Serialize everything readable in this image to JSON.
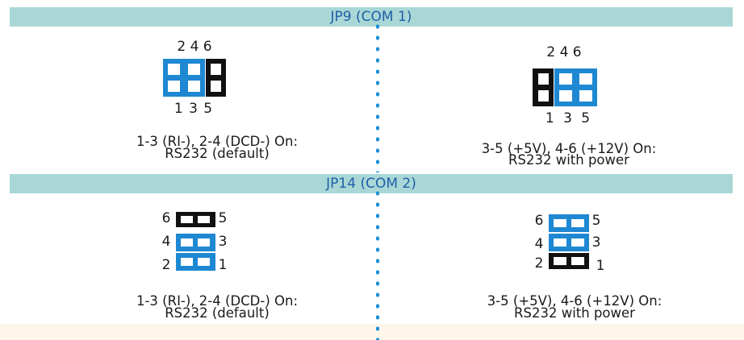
{
  "colors": {
    "band": "#a9d7d6",
    "band_text": "#1f5fa8",
    "jumper_blue": "#1e88d2",
    "jumper_black": "#111111",
    "divider_dots": "#1e90d8"
  },
  "jp9": {
    "title": "JP9 (COM 1)",
    "left": {
      "top_pins": "2 4 6",
      "bottom_pins": "1 3 5",
      "caption_line1": "1-3 (RI-), 2-4 (DCD-) On:",
      "caption_line2": "RS232 (default)"
    },
    "right": {
      "top_pins": "2 4 6",
      "bottom_pins": "1 3 5",
      "caption_line1": "3-5 (+5V), 4-6 (+12V) On:",
      "caption_line2": "RS232 with power"
    }
  },
  "jp14": {
    "title": "JP14 (COM 2)",
    "left": {
      "pin_6": "6",
      "pin_5": "5",
      "pin_4": "4",
      "pin_3": "3",
      "pin_2": "2",
      "pin_1": "1",
      "caption_line1": "1-3 (RI-), 2-4 (DCD-) On:",
      "caption_line2": "RS232 (default)"
    },
    "right": {
      "pin_6": "6",
      "pin_5": "5",
      "pin_4": "4",
      "pin_3": "3",
      "pin_2": "2",
      "pin_1": "1",
      "caption_line1": "3-5 (+5V), 4-6 (+12V) On:",
      "caption_line2": "RS232 with power"
    }
  }
}
